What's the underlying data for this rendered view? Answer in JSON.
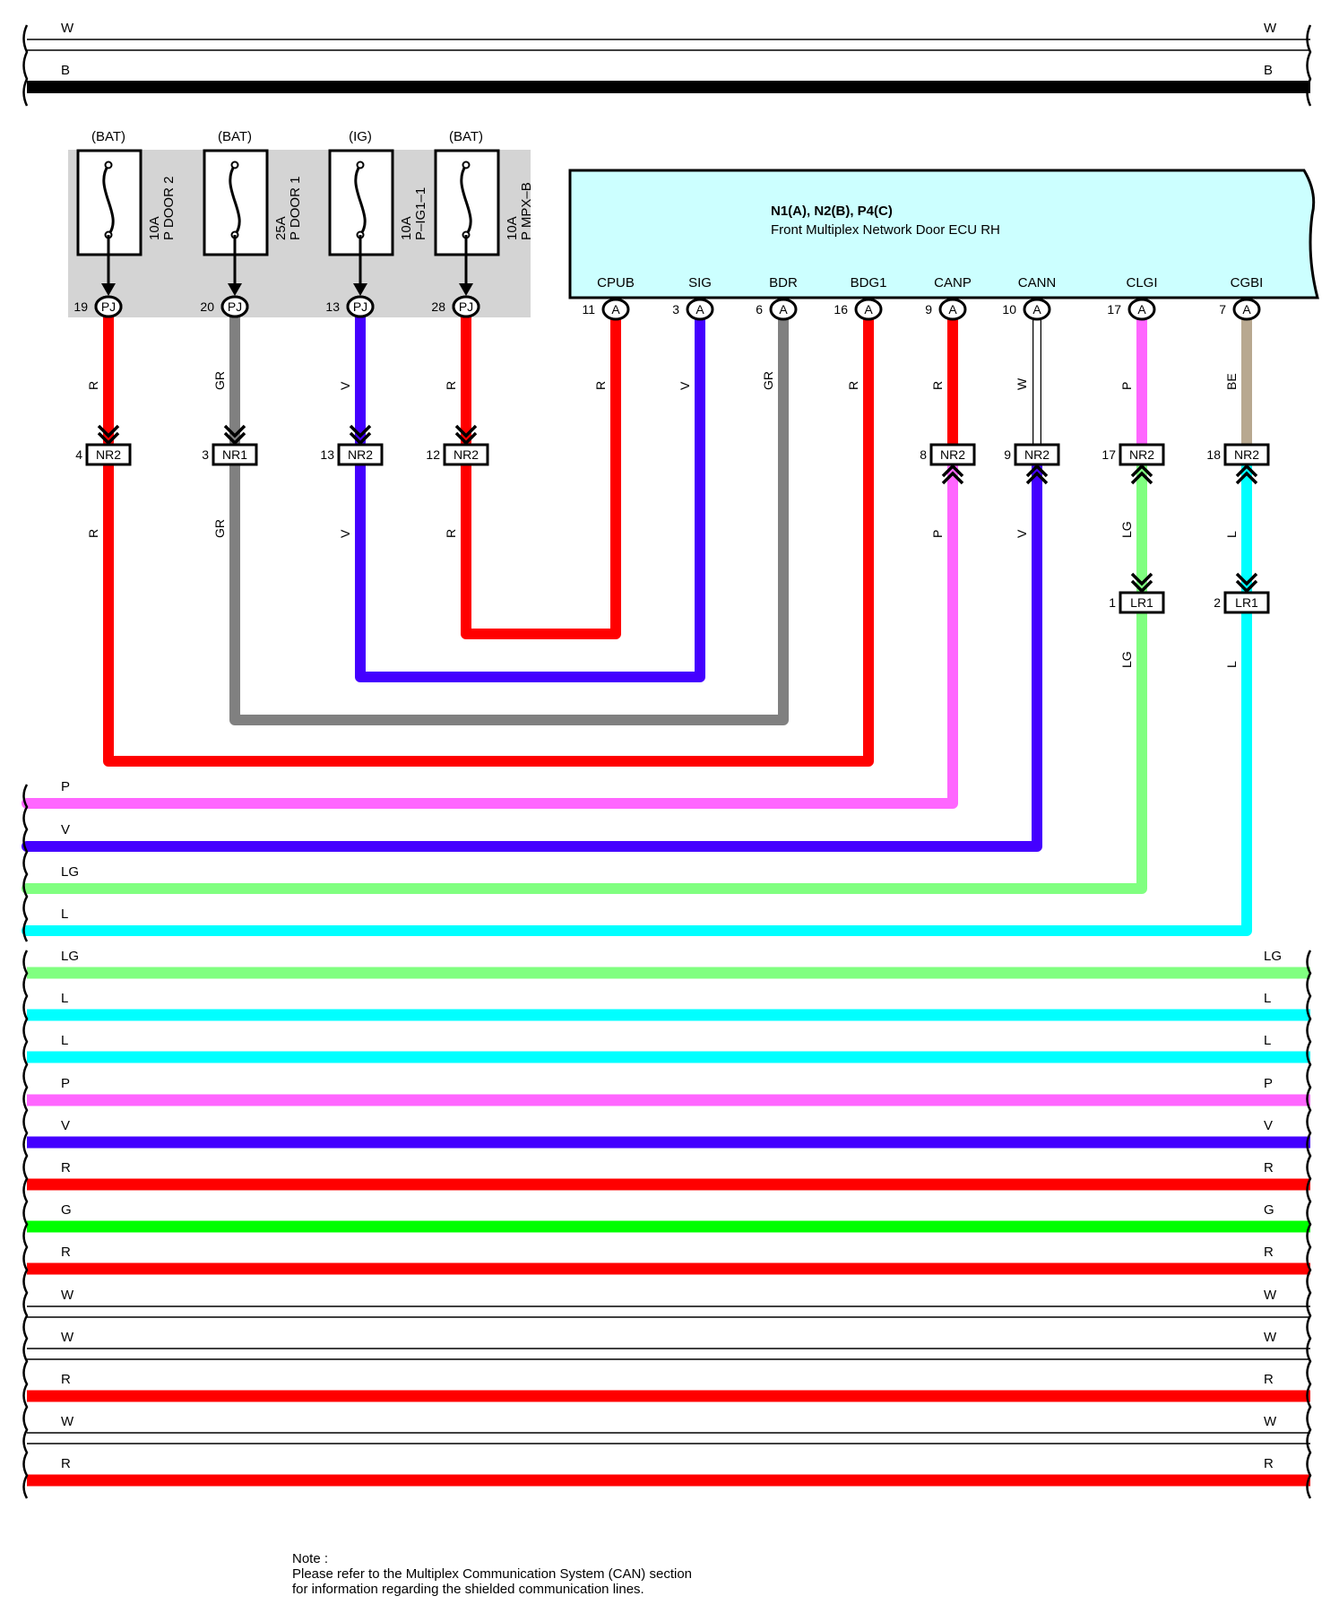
{
  "colors": {
    "R": "#ff0000",
    "GR": "#808080",
    "V": "#4400ff",
    "P": "#ff66ff",
    "W": "#ffffff",
    "LG": "#80ff80",
    "L": "#00ffff",
    "BE": "#b8a890",
    "B": "#000000",
    "G": "#00ff00",
    "ecu_fill": "#ccffff",
    "fuse_box_fill": "#d4d4d4"
  },
  "top_wires": [
    {
      "left_label": "W",
      "right_label": "W",
      "color": "W"
    },
    {
      "left_label": "B",
      "right_label": "B",
      "color": "B"
    }
  ],
  "fuses": [
    {
      "supply": "(BAT)",
      "rating": "10A",
      "name": "P DOOR 2",
      "pin": "19",
      "connector": "PJ",
      "wire_upper": "R",
      "junction_pin": "4",
      "junction": "NR2",
      "wire_lower": "R",
      "color": "R"
    },
    {
      "supply": "(BAT)",
      "rating": "25A",
      "name": "P DOOR 1",
      "pin": "20",
      "connector": "PJ",
      "wire_upper": "GR",
      "junction_pin": "3",
      "junction": "NR1",
      "wire_lower": "GR",
      "color": "GR"
    },
    {
      "supply": "(IG)",
      "rating": "10A",
      "name": "P–IG1–1",
      "pin": "13",
      "connector": "PJ",
      "wire_upper": "V",
      "junction_pin": "13",
      "junction": "NR2",
      "wire_lower": "V",
      "color": "V"
    },
    {
      "supply": "(BAT)",
      "rating": "10A",
      "name": "P MPX–B",
      "pin": "28",
      "connector": "PJ",
      "wire_upper": "R",
      "junction_pin": "12",
      "junction": "NR2",
      "wire_lower": "R",
      "color": "R"
    }
  ],
  "ecu": {
    "title": "N1(A), N2(B), P4(C)",
    "subtitle": "Front Multiplex Network Door ECU RH",
    "terminals": [
      {
        "name": "CPUB",
        "pin": "11",
        "connector": "A",
        "wire": "R",
        "color": "R"
      },
      {
        "name": "SIG",
        "pin": "3",
        "connector": "A",
        "wire": "V",
        "color": "V"
      },
      {
        "name": "BDR",
        "pin": "6",
        "connector": "A",
        "wire": "GR",
        "color": "GR"
      },
      {
        "name": "BDG1",
        "pin": "16",
        "connector": "A",
        "wire": "R",
        "color": "R"
      },
      {
        "name": "CANP",
        "pin": "9",
        "connector": "A",
        "wire": "R",
        "color": "R",
        "junction_pin": "8",
        "junction": "NR2",
        "wire_lower": "P",
        "lower_color": "P"
      },
      {
        "name": "CANN",
        "pin": "10",
        "connector": "A",
        "wire": "W",
        "color": "W",
        "junction_pin": "9",
        "junction": "NR2",
        "wire_lower": "V",
        "lower_color": "V"
      },
      {
        "name": "CLGI",
        "pin": "17",
        "connector": "A",
        "wire": "P",
        "color": "P",
        "junction_pin": "17",
        "junction": "NR2",
        "wire_lower": "LG",
        "lower_color": "LG",
        "junction2_pin": "1",
        "junction2": "LR1",
        "wire_lower2": "LG"
      },
      {
        "name": "CGBI",
        "pin": "7",
        "connector": "A",
        "wire": "BE",
        "color": "BE",
        "junction_pin": "18",
        "junction": "NR2",
        "wire_lower": "L",
        "lower_color": "L",
        "junction2_pin": "2",
        "junction2": "LR1",
        "wire_lower2": "L"
      }
    ]
  },
  "left_wires": [
    {
      "label": "P",
      "color": "P"
    },
    {
      "label": "V",
      "color": "V"
    },
    {
      "label": "LG",
      "color": "LG"
    },
    {
      "label": "L",
      "color": "L"
    }
  ],
  "bus_wires": [
    {
      "left_label": "LG",
      "right_label": "LG",
      "color": "LG"
    },
    {
      "left_label": "L",
      "right_label": "L",
      "color": "L"
    },
    {
      "left_label": "L",
      "right_label": "L",
      "color": "L"
    },
    {
      "left_label": "P",
      "right_label": "P",
      "color": "P"
    },
    {
      "left_label": "V",
      "right_label": "V",
      "color": "V"
    },
    {
      "left_label": "R",
      "right_label": "R",
      "color": "R"
    },
    {
      "left_label": "G",
      "right_label": "G",
      "color": "G"
    },
    {
      "left_label": "R",
      "right_label": "R",
      "color": "R"
    },
    {
      "left_label": "W",
      "right_label": "W",
      "color": "W"
    },
    {
      "left_label": "W",
      "right_label": "W",
      "color": "W"
    },
    {
      "left_label": "R",
      "right_label": "R",
      "color": "R"
    },
    {
      "left_label": "W",
      "right_label": "W",
      "color": "W"
    },
    {
      "left_label": "R",
      "right_label": "R",
      "color": "R"
    }
  ],
  "note": {
    "heading": "Note :",
    "line1": "Please refer to the Multiplex Communication System (CAN) section",
    "line2": "for information regarding the shielded communication lines."
  }
}
